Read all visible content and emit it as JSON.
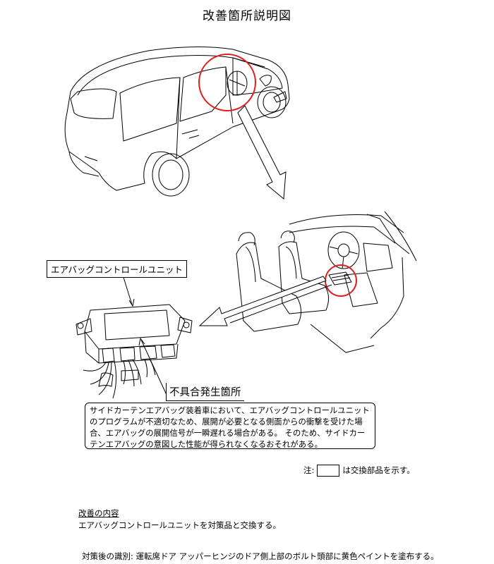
{
  "title": "改善箇所説明図",
  "unit_label": "エアバッグコントロールユニット",
  "defect_label": "不具合発生箇所",
  "description": "サイドカーテンエアバッグ装着車において、エアバッグコントロールユニットのプログラムが不適切なため、展開が必要となる側面からの衝撃を受けた場合、エアバッグの展開信号が一瞬遅れる場合がある。 そのため、サイドカーテンエアバッグの意図した性能が得られなくなるおそれがある。",
  "note": {
    "prefix": "注:",
    "suffix": "は交換部品を示す。"
  },
  "improvement": {
    "heading": "改善の内容",
    "text": "エアバッグコントロールユニットを対策品と交換する。"
  },
  "identification": "対策後の識別: 運転席ドア アッパーヒンジのドア側上部のボルト頭部に黄色ペイントを塗布する。",
  "colors": {
    "highlight_circle": "#e02020",
    "line": "#000000"
  }
}
